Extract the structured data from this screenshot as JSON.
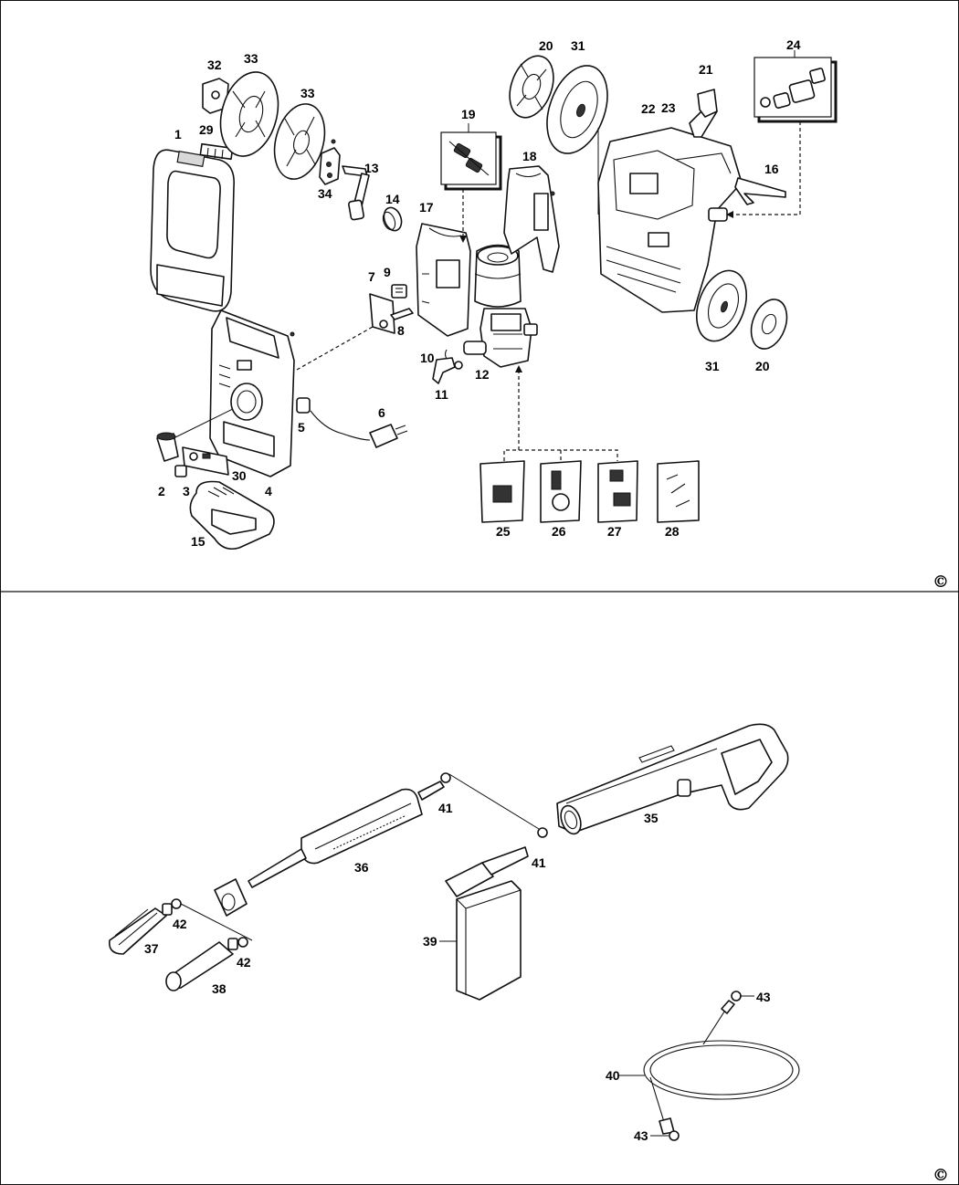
{
  "copyright_symbol": "©",
  "labels": {
    "p1": "1",
    "p2": "2",
    "p3": "3",
    "p4": "4",
    "p5": "5",
    "p6": "6",
    "p7": "7",
    "p8": "8",
    "p9": "9",
    "p10": "10",
    "p11": "11",
    "p12": "12",
    "p13": "13",
    "p14": "14",
    "p15": "15",
    "p16": "16",
    "p17": "17",
    "p18": "18",
    "p19": "19",
    "p20a": "20",
    "p20b": "20",
    "p21": "21",
    "p22": "22",
    "p23": "23",
    "p24": "24",
    "p25": "25",
    "p26": "26",
    "p27": "27",
    "p28": "28",
    "p29": "29",
    "p30": "30",
    "p31a": "31",
    "p31b": "31",
    "p32": "32",
    "p33a": "33",
    "p33b": "33",
    "p34": "34",
    "p35": "35",
    "p36": "36",
    "p37": "37",
    "p38": "38",
    "p39": "39",
    "p40": "40",
    "p41a": "41",
    "p41b": "41",
    "p42a": "42",
    "p42b": "42",
    "p43a": "43",
    "p43b": "43"
  }
}
